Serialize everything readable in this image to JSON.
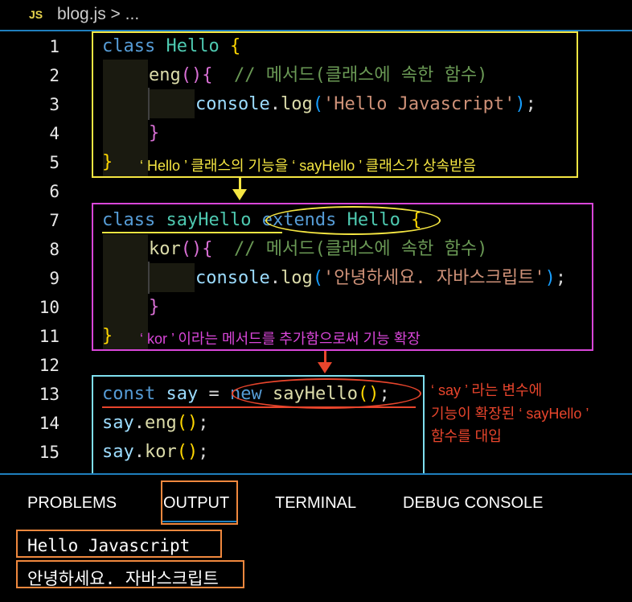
{
  "breadcrumb": {
    "icon_label": "JS",
    "file": "blog.js",
    "sep": ">",
    "rest": "..."
  },
  "line_numbers": [
    "1",
    "2",
    "3",
    "4",
    "5",
    "6",
    "7",
    "8",
    "9",
    "10",
    "11",
    "12",
    "13",
    "14",
    "15"
  ],
  "code": {
    "l1": {
      "kw": "class",
      "cls": "Hello",
      "brace": "{"
    },
    "l2": {
      "fn": "eng",
      "paren": "()",
      "brace": "{",
      "cmt": "// 메서드(클래스에 속한 함수)"
    },
    "l3": {
      "var": "console",
      "dot": ".",
      "fn": "log",
      "po": "(",
      "str": "'Hello Javascript'",
      "pc": ")",
      "semi": ";"
    },
    "l4": {
      "brace": "}"
    },
    "l5": {
      "brace": "}"
    },
    "l7": {
      "kw": "class",
      "cls": "sayHello",
      "kw2": "extends",
      "cls2": "Hello",
      "brace": "{"
    },
    "l8": {
      "fn": "kor",
      "paren": "()",
      "brace": "{",
      "cmt": "// 메서드(클래스에 속한 함수)"
    },
    "l9": {
      "var": "console",
      "dot": ".",
      "fn": "log",
      "po": "(",
      "str": "'안녕하세요. 자바스크립트'",
      "pc": ")",
      "semi": ";"
    },
    "l10": {
      "brace": "}"
    },
    "l11": {
      "brace": "}"
    },
    "l13": {
      "kw": "const",
      "var": "say",
      "eq": "=",
      "kw2": "new",
      "cls": "sayHello",
      "paren": "()",
      "semi": ";"
    },
    "l14": {
      "var": "say",
      "dot": ".",
      "fn": "eng",
      "paren": "()",
      "semi": ";"
    },
    "l15": {
      "var": "say",
      "dot": ".",
      "fn": "kor",
      "paren": "()",
      "semi": ";"
    }
  },
  "annotations": {
    "a1": "‘ Hello ’ 클래스의 기능을 ‘ sayHello ’ 클래스가 상속받음",
    "a2": "‘ kor ’ 이라는 메서드를 추가함으로써 기능 확장",
    "a3_line1": "‘ say ’ 라는 변수에",
    "a3_line2": "기능이 확장된 ‘ sayHello ’",
    "a3_line3": "함수를 대입"
  },
  "panel": {
    "tabs": [
      "PROBLEMS",
      "OUTPUT",
      "TERMINAL",
      "DEBUG CONSOLE"
    ],
    "active_tab": "OUTPUT",
    "output": [
      "Hello Javascript",
      "안녕하세요. 자바스크립트"
    ]
  },
  "colors": {
    "accent": "#1f7fbd",
    "yellow_box": "#f5e642",
    "magenta_box": "#d946d9",
    "cyan_box": "#7fdfef",
    "red_mark": "#e8452c",
    "orange_box": "#f0883e"
  }
}
